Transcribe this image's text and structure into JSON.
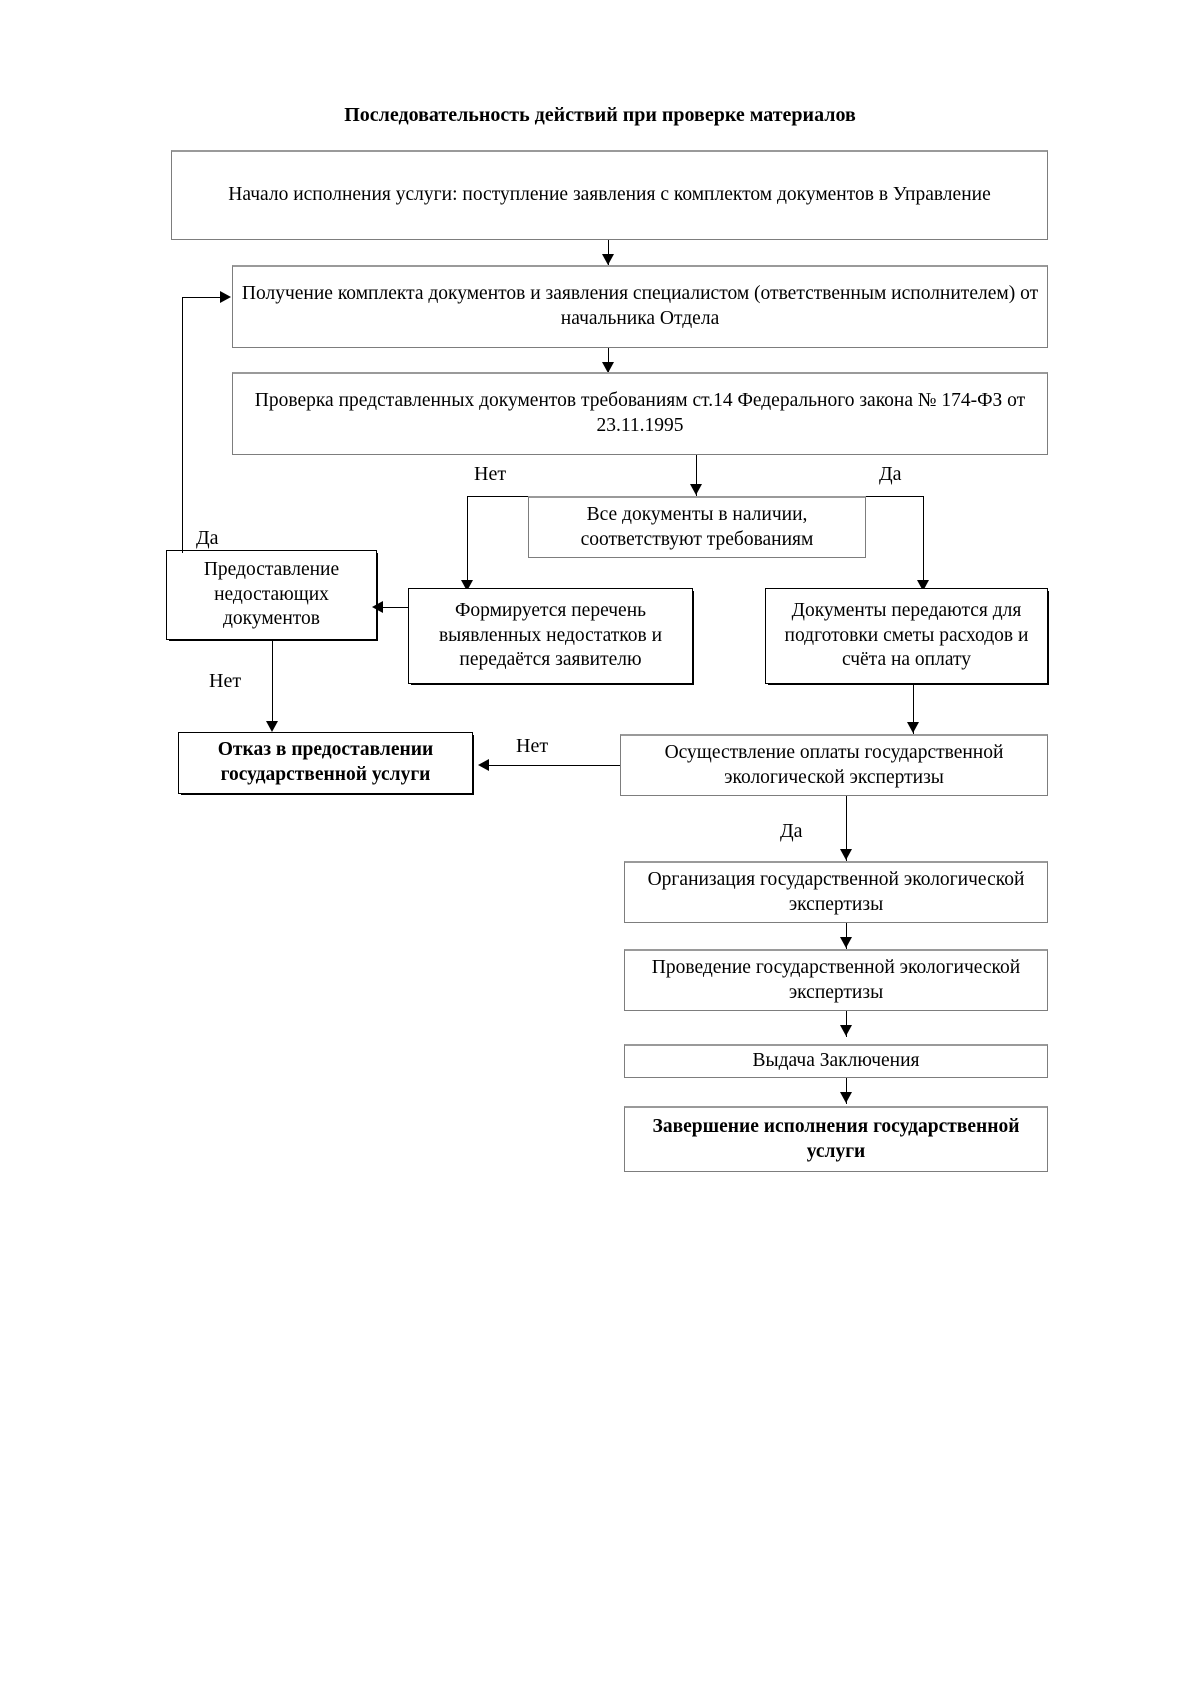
{
  "document": {
    "title": "Последовательность действий при проверке материалов"
  },
  "diagram": {
    "type": "flowchart",
    "orientation": "top-down",
    "nodes": [
      {
        "id": "start",
        "label": "Начало исполнения услуги: поступление заявления с комплектом документов в Управление",
        "shape": "rectangle",
        "bold": false
      },
      {
        "id": "receive",
        "label": "Получение комплекта документов и заявления специалистом (ответственным исполнителем) от начальника Отдела",
        "shape": "rectangle",
        "bold": false
      },
      {
        "id": "check",
        "label": "Проверка представленных документов требованиям ст.14 Федерального закона № 174-ФЗ от 23.11.1995",
        "shape": "rectangle",
        "bold": false
      },
      {
        "id": "decision-complete",
        "label": "Все документы в наличии, соответствуют требованиям",
        "shape": "rectangle",
        "bold": false
      },
      {
        "id": "provide-missing",
        "label": "Предоставление недостающих документов",
        "shape": "rectangle",
        "bold": false
      },
      {
        "id": "deficiency-list",
        "label": "Формируется перечень выявленных недостатков и передаётся заявителю",
        "shape": "rectangle",
        "bold": false
      },
      {
        "id": "docs-to-estimate",
        "label": "Документы передаются для подготовки сметы расходов и счёта на оплату",
        "shape": "rectangle",
        "bold": false
      },
      {
        "id": "refusal",
        "label": "Отказ в предоставлении государственной услуги",
        "shape": "rectangle",
        "bold": true
      },
      {
        "id": "payment",
        "label": "Осуществление оплаты государственной экологической экспертизы",
        "shape": "rectangle",
        "bold": false
      },
      {
        "id": "organization",
        "label": "Организация государственной экологической экспертизы",
        "shape": "rectangle",
        "bold": false
      },
      {
        "id": "conducting",
        "label": "Проведение государственной экологической экспертизы",
        "shape": "rectangle",
        "bold": false
      },
      {
        "id": "issue-conclusion",
        "label": "Выдача Заключения",
        "shape": "rectangle",
        "bold": false
      },
      {
        "id": "finish",
        "label": "Завершение исполнения государственной услуги",
        "shape": "rectangle",
        "bold": true
      }
    ],
    "edge_labels": {
      "no_from_check_left": "Нет",
      "yes_from_check_right": "Да",
      "yes_to_receive_loop": "Да",
      "no_to_refusal": "Нет",
      "no_from_payment": "Нет",
      "yes_from_payment": "Да"
    },
    "edges": [
      {
        "from": "start",
        "to": "receive",
        "label": ""
      },
      {
        "from": "receive",
        "to": "check",
        "label": ""
      },
      {
        "from": "check",
        "to": "decision-complete",
        "label": ""
      },
      {
        "from": "decision-complete",
        "to": "deficiency-list",
        "label": "Нет"
      },
      {
        "from": "decision-complete",
        "to": "docs-to-estimate",
        "label": "Да"
      },
      {
        "from": "deficiency-list",
        "to": "provide-missing",
        "label": ""
      },
      {
        "from": "provide-missing",
        "to": "receive",
        "label": "Да"
      },
      {
        "from": "provide-missing",
        "to": "refusal",
        "label": "Нет"
      },
      {
        "from": "docs-to-estimate",
        "to": "payment",
        "label": ""
      },
      {
        "from": "payment",
        "to": "refusal",
        "label": "Нет"
      },
      {
        "from": "payment",
        "to": "organization",
        "label": "Да"
      },
      {
        "from": "organization",
        "to": "conducting",
        "label": ""
      },
      {
        "from": "conducting",
        "to": "issue-conclusion",
        "label": ""
      },
      {
        "from": "issue-conclusion",
        "to": "finish",
        "label": ""
      }
    ]
  },
  "colors": {
    "line": "#000000",
    "border": "#000000",
    "soft_border": "#7d7d7d",
    "background": "#ffffff",
    "text": "#000000"
  }
}
